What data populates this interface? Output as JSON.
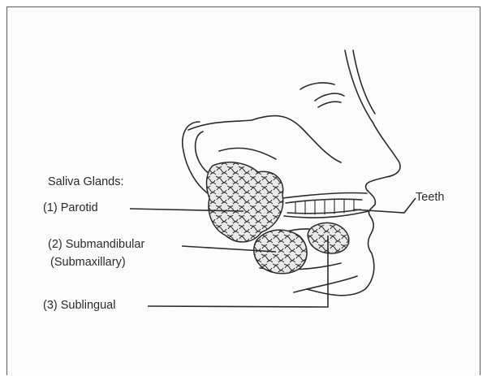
{
  "diagram": {
    "heading": "Saliva Glands:",
    "labels": {
      "parotid": "(1) Parotid",
      "submandibular": "(2) Submandibular",
      "submaxillary": "(Submaxillary)",
      "sublingual": "(3) Sublingual",
      "teeth": "Teeth"
    },
    "ink_color": "#2b2b2b",
    "frame_color": "#5a5a5a"
  }
}
